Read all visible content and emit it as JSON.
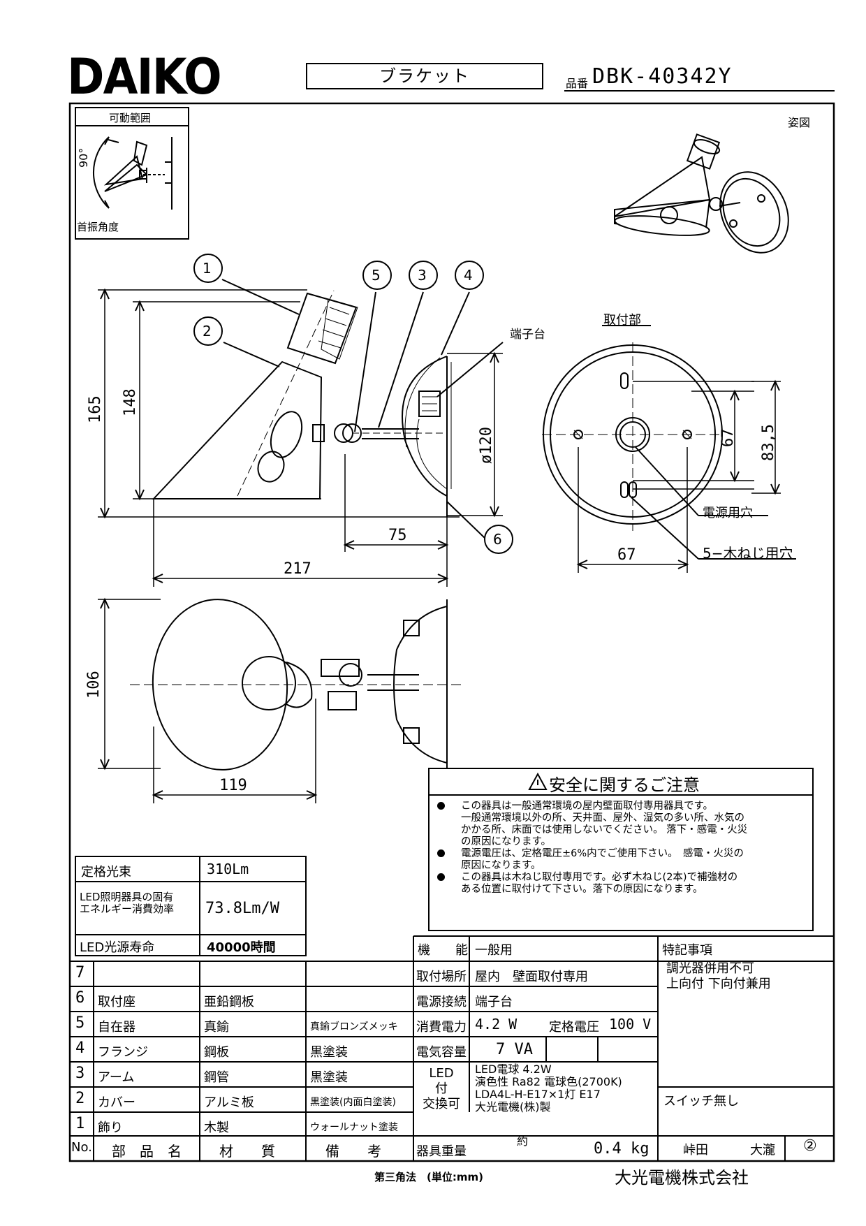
{
  "header": {
    "logo": "DAIKO",
    "category": "ブラケット",
    "model_prefix": "品番",
    "model": "DBK-40342Y"
  },
  "movable_range": {
    "title": "可動範囲",
    "angle": "90°",
    "caption": "首振角度"
  },
  "view_label": "姿図",
  "callouts": [
    "1",
    "2",
    "5",
    "3",
    "4",
    "6"
  ],
  "terminal_label": "端子台",
  "mount_section": {
    "title": "取付部",
    "dim_67_v": "67",
    "dim_835": "83,5",
    "dim_67_h": "67",
    "power_hole": "電源用穴",
    "screw_hole": "5−木ねじ用穴"
  },
  "dimensions": {
    "h165": "165",
    "h148": "148",
    "d120": "ø120",
    "w75": "75",
    "w217": "217",
    "h106": "106",
    "w119": "119"
  },
  "safety": {
    "title": "安全に関するご注意",
    "bullets": [
      [
        "この器具は一般通常環境の屋内壁面取付専用器具です。",
        "一般通常環境以外の所、天井面、屋外、湿気の多い所、水気の",
        "かかる所、床面では使用しないでください。 落下・感電・火災",
        "の原因になります。"
      ],
      [
        "電源電圧は、定格電圧±6%内でご使用下さい。　感電・火災の",
        "原因になります。"
      ],
      [
        "この器具は木ねじ取付専用です。必ず木ねじ(2本)で補強材の",
        "ある位置に取付けて下さい。落下の原因になります。"
      ]
    ]
  },
  "ratings": [
    {
      "label": "定格光束",
      "value": "310Lm"
    },
    {
      "label": "LED照明器具の固有\nエネルギー消費効率",
      "value": "73.8Lm/W"
    },
    {
      "label": "LED光源寿命",
      "value": "40000時間"
    }
  ],
  "parts": [
    {
      "no": "7",
      "name": "",
      "material": "",
      "note": ""
    },
    {
      "no": "6",
      "name": "取付座",
      "material": "亜鉛鋼板",
      "note": ""
    },
    {
      "no": "5",
      "name": "自在器",
      "material": "真鍮",
      "note": "真鍮ブロンズメッキ"
    },
    {
      "no": "4",
      "name": "フランジ",
      "material": "鋼板",
      "note": "黒塗装"
    },
    {
      "no": "3",
      "name": "アーム",
      "material": "鋼管",
      "note": "黒塗装"
    },
    {
      "no": "2",
      "name": "カバー",
      "material": "アルミ板",
      "note": "黒塗装(内面白塗装)"
    },
    {
      "no": "1",
      "name": "飾り",
      "material": "木製",
      "note": "ウォールナット塗装"
    }
  ],
  "parts_header": {
    "no": "No.",
    "name": "部　品　名",
    "material": "材　　質",
    "note": "備　　考"
  },
  "specs": {
    "function_label": "機　　能",
    "function": "一般用",
    "location_label": "取付場所",
    "location": "屋内　壁面取付専用",
    "connection_label": "電源接続",
    "connection": "端子台",
    "power_label": "消費電力",
    "power": "4.2 W",
    "voltage_label": "定格電圧",
    "voltage": "100 V",
    "capacity_label": "電気容量",
    "capacity": "7 VA",
    "led_label": "LED\n付\n交換可",
    "led_lines": [
      "LED電球 4.2W",
      "演色性 Ra82 電球色(2700K)",
      "LDA4L-H-E17×1灯 E17",
      "大光電機(株)製"
    ],
    "weight_label": "器具重量",
    "weight_prefix": "約",
    "weight": "0.4 kg",
    "notes_label": "特記事項",
    "notes": [
      "調光器併用不可",
      "上向付 下向付兼用"
    ],
    "switch": "スイッチ無し",
    "drawn_by": "峠田",
    "approved_by": "大瀧",
    "revision": "②"
  },
  "footer": {
    "projection": "第三角法　(単位:mm)",
    "company": "大光電機株式会社"
  }
}
